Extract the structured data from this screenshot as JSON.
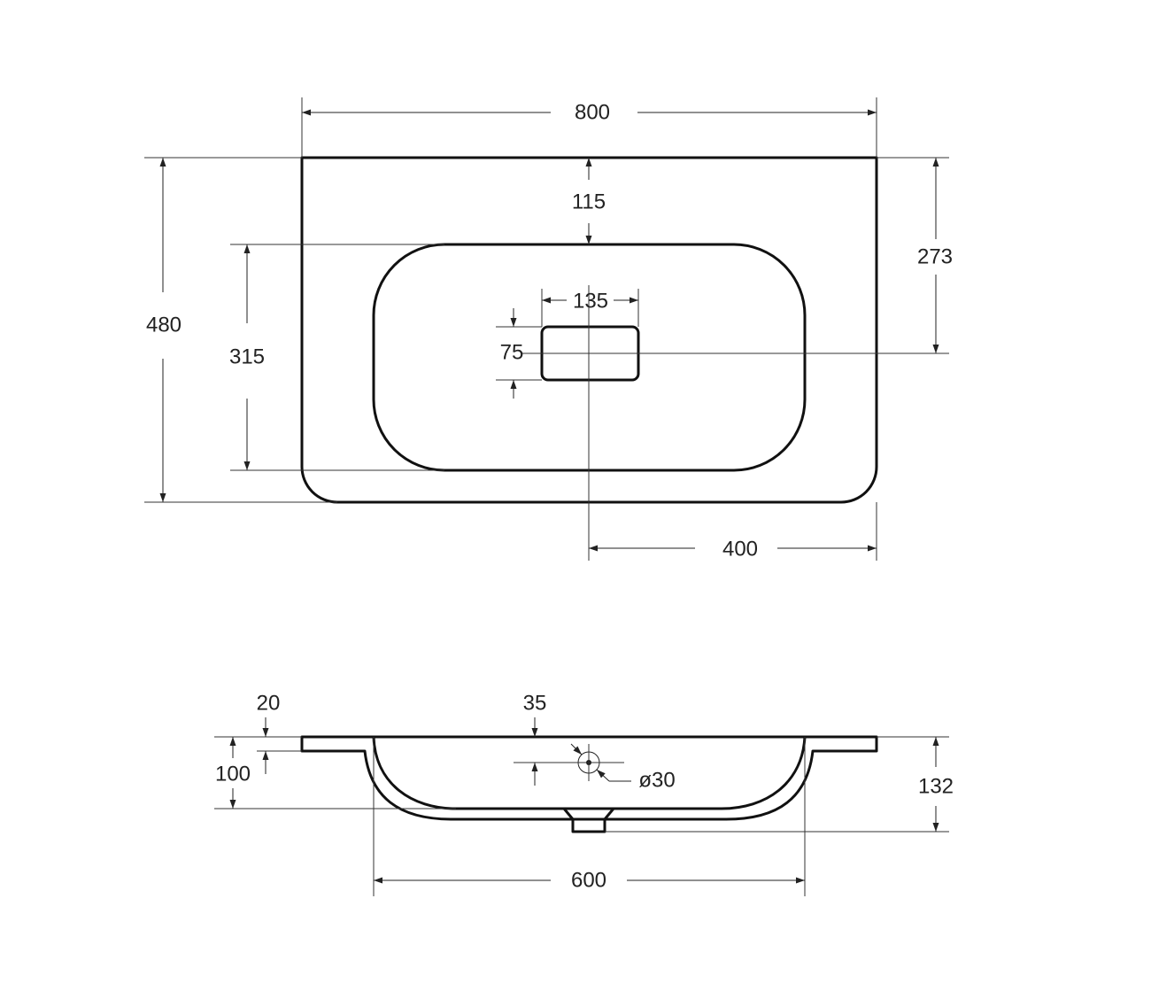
{
  "top_view": {
    "width_label": "800",
    "depth_label": "480",
    "bowl_offset_label": "115",
    "overflow_offset_label": "273",
    "bowl_depth_label": "315",
    "overflow_width_label": "135",
    "overflow_height_label": "75",
    "half_width_label": "400"
  },
  "side_view": {
    "slab_thickness_label": "20",
    "overflow_height_label": "35",
    "bowl_depth_label": "100",
    "total_height_label": "132",
    "overflow_diameter_label": "ø30",
    "bowl_width_label": "600"
  },
  "colors": {
    "line": "#111111",
    "dim_line": "#222222",
    "background": "#ffffff"
  }
}
